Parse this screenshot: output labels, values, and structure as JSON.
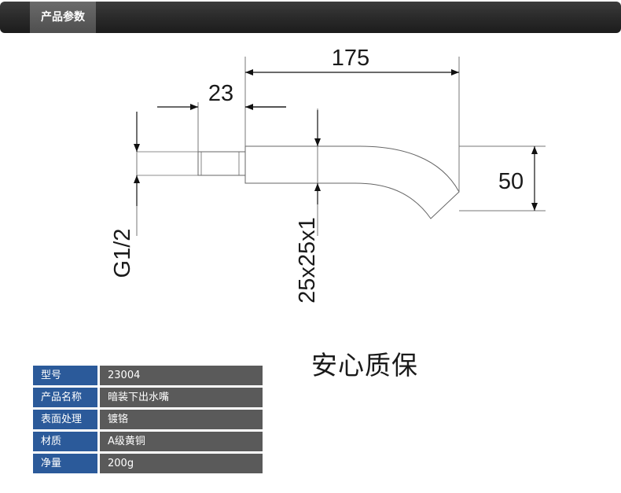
{
  "header": {
    "title": "产品参数"
  },
  "drawing": {
    "dimensions": {
      "overall_length": "175",
      "thread_length": "23",
      "height": "50",
      "thread_spec": "G1/2",
      "section_spec": "25x25x1"
    }
  },
  "slogan": "安心质保",
  "specs": [
    {
      "label": "型号",
      "value": "23004"
    },
    {
      "label": "产品名称",
      "value": "暗装下出水嘴"
    },
    {
      "label": "表面处理",
      "value": "镀铬"
    },
    {
      "label": "材质",
      "value": "A级黄铜"
    },
    {
      "label": "净量",
      "value": "200g"
    }
  ],
  "colors": {
    "label_bg": "#2b5a9a",
    "value_bg": "#5a5a5a",
    "header_bg": "#2c2c2c"
  }
}
